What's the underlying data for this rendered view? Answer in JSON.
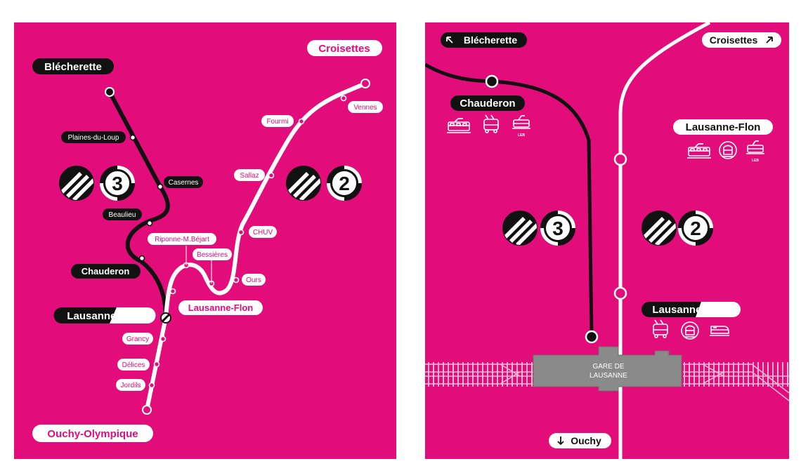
{
  "colors": {
    "magenta": "#e20c7b",
    "black": "#111111",
    "white": "#ffffff",
    "station_box": "#8a8a8a",
    "rail": "#f3b7d6"
  },
  "overview_map": {
    "terminals": {
      "blecherette": "Blécherette",
      "croisettes": "Croisettes",
      "ouchy": "Ouchy-Olympique"
    },
    "m3_stations": {
      "plaines": "Plaines-du-Loup",
      "casernes": "Casernes",
      "beaulieu": "Beaulieu",
      "chauderon": "Chauderon",
      "gare": "Lausanne-Gare"
    },
    "m2_stations": {
      "vennes": "Vennes",
      "fourmi": "Fourmi",
      "sallaz": "Sallaz",
      "chuv": "CHUV",
      "ours": "Ours",
      "bessieres": "Bessières",
      "riponne": "Riponne-M.Béjart",
      "flon": "Lausanne-Flon",
      "grancy": "Grancy",
      "delices": "Délices",
      "jordils": "Jordils"
    },
    "lines": {
      "m3": "3",
      "m2": "2"
    }
  },
  "detail_map": {
    "direction_blecherette": "Blécherette",
    "direction_croisettes": "Croisettes",
    "direction_ouchy": "Ouchy",
    "chauderon": "Chauderon",
    "flon": "Lausanne-Flon",
    "gare": "Lausanne-Gare",
    "station_line1": "GARE DE",
    "station_line2": "LAUSANNE",
    "leb": "LEB",
    "lines": {
      "m3": "3",
      "m2": "2"
    },
    "icons": {
      "chauderon": [
        "tram-icon",
        "trolleybus-icon",
        "leb-train-icon"
      ],
      "flon": [
        "tram-icon",
        "metro-icon",
        "leb-train-icon"
      ],
      "gare": [
        "trolleybus-icon",
        "metro-icon",
        "train-icon"
      ]
    }
  }
}
